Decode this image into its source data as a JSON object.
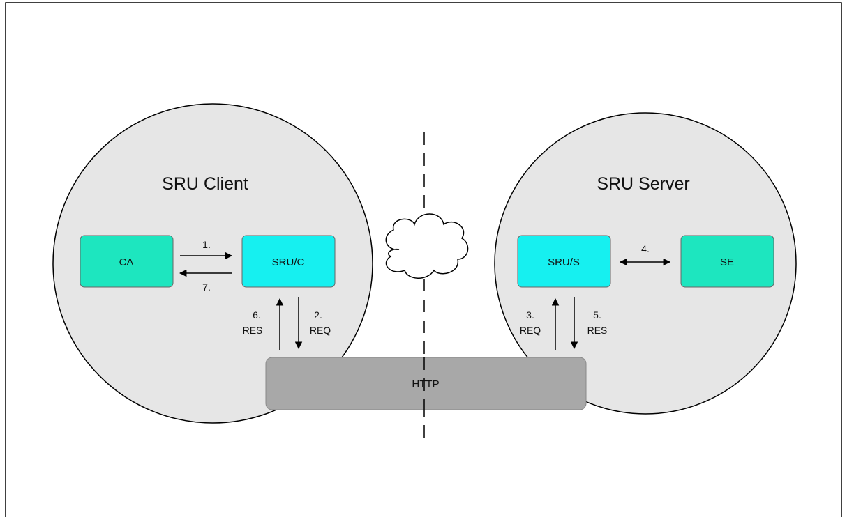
{
  "client": {
    "title": "SRU Client"
  },
  "server": {
    "title": "SRU Server"
  },
  "boxes": {
    "ca": "CA",
    "sru_c": "SRU/C",
    "sru_s": "SRU/S",
    "se": "SE",
    "http": "HTTP"
  },
  "steps": {
    "s1": {
      "num": "1."
    },
    "s2": {
      "num": "2.",
      "label": "REQ"
    },
    "s3": {
      "num": "3.",
      "label": "REQ"
    },
    "s4": {
      "num": "4."
    },
    "s5": {
      "num": "5.",
      "label": "RES"
    },
    "s6": {
      "num": "6.",
      "label": "RES"
    },
    "s7": {
      "num": "7."
    }
  },
  "colors": {
    "circle_fill": "#e6e6e6",
    "teal_box": "#1de6bf",
    "cyan_box": "#16f0f0",
    "http_bar": "#a8a8a8",
    "stroke": "#000000"
  }
}
